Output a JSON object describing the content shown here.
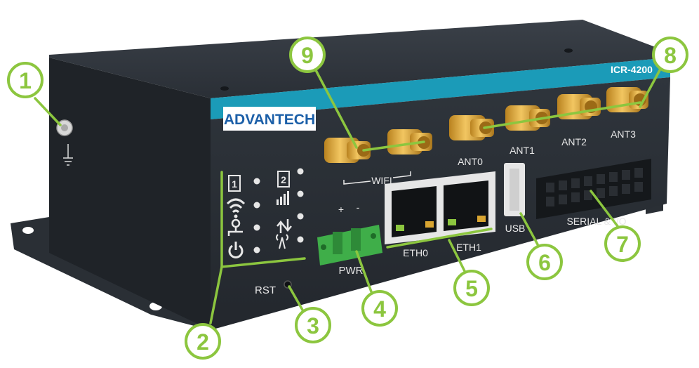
{
  "device": {
    "brand": "ADVANTECH",
    "model": "ICR-4200"
  },
  "labels": {
    "wifi": "WIFI",
    "ant0": "ANT0",
    "ant1": "ANT1",
    "ant2": "ANT2",
    "ant3": "ANT3",
    "eth0": "ETH0",
    "eth1": "ETH1",
    "usb": "USB",
    "serial": "SERIAL & I/O",
    "pwr": "PWR",
    "rst": "RST",
    "plus": "+",
    "minus": "-",
    "sim1": "1",
    "sim2": "2"
  },
  "callouts": [
    "1",
    "2",
    "3",
    "4",
    "5",
    "6",
    "7",
    "8",
    "9"
  ],
  "colors": {
    "body": "#2c3138",
    "accent": "#1b9bb8",
    "callout": "#8cc63f",
    "connector": "#d9a531",
    "terminal": "#3fae49",
    "led": "#e6e6e6"
  }
}
